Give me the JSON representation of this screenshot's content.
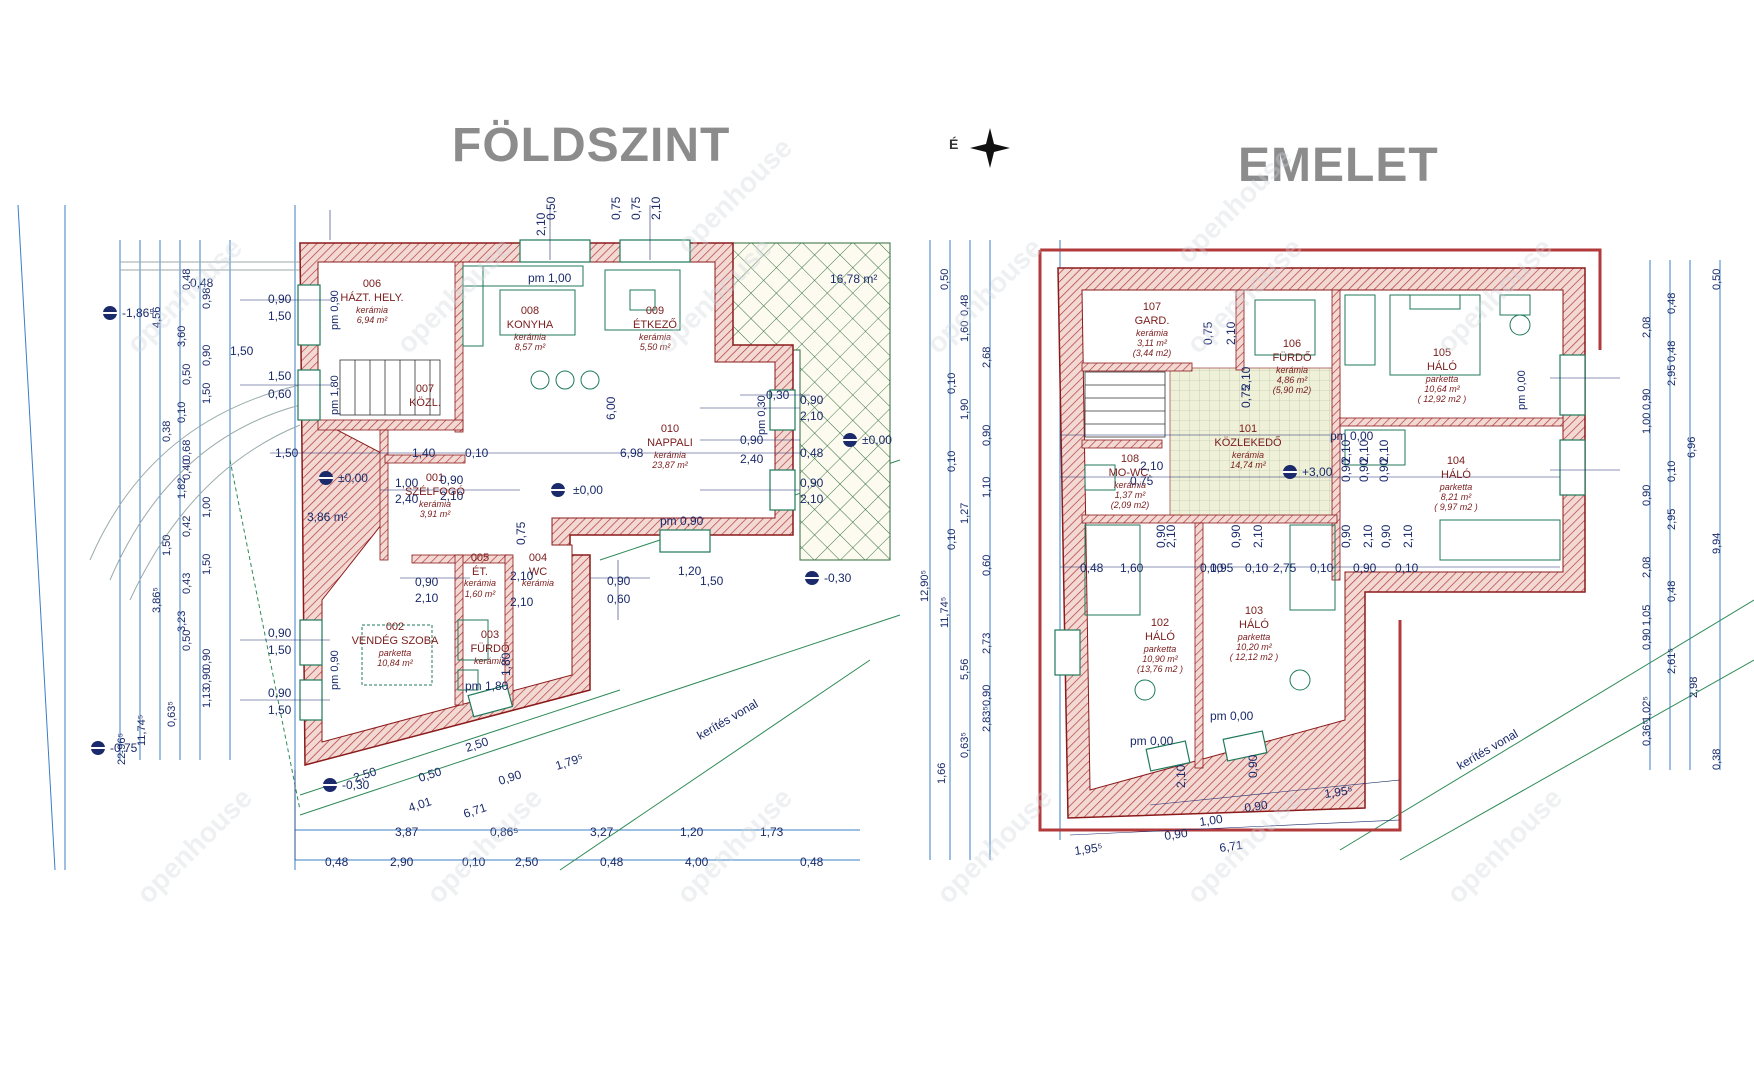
{
  "titles": {
    "ground": "FÖLDSZINT",
    "upper": "EMELET",
    "north": "É"
  },
  "watermark": "openhouse",
  "ground_rooms": [
    {
      "num": "006",
      "name": "HÁZT. HELY.",
      "mat": "kerámia",
      "area": "6,94 m²"
    },
    {
      "num": "008",
      "name": "KONYHA",
      "mat": "kerámia",
      "area": "8,57 m²"
    },
    {
      "num": "009",
      "name": "ÉTKEZŐ",
      "mat": "kerámia",
      "area": "5,50 m²"
    },
    {
      "num": "007",
      "name": "KÖZL.",
      "mat": "",
      "area": ""
    },
    {
      "num": "010",
      "name": "NAPPALI",
      "mat": "kerámia",
      "area": "23,87 m²"
    },
    {
      "num": "001",
      "name": "SZÉLFOGÓ",
      "mat": "kerámia",
      "area": "3,91 m²"
    },
    {
      "num": "005",
      "name": "ÉT.",
      "mat": "kerámia",
      "area": "1,60 m²"
    },
    {
      "num": "004",
      "name": "WC",
      "mat": "kerámia",
      "area": ""
    },
    {
      "num": "002",
      "name": "VENDÉG SZOBA",
      "mat": "parketta",
      "area": "10,84 m²"
    },
    {
      "num": "003",
      "name": "FÜRDŐ",
      "mat": "kerámia",
      "area": ""
    }
  ],
  "upper_rooms": [
    {
      "num": "107",
      "name": "GARD.",
      "mat": "kerámia",
      "area": "3,11 m²",
      "area2": "(3,44 m2)"
    },
    {
      "num": "106",
      "name": "FÜRDŐ",
      "mat": "kerámia",
      "area": "4,86 m²",
      "area2": "(5,90 m2)"
    },
    {
      "num": "105",
      "name": "HÁLÓ",
      "mat": "parketta",
      "area": "10,64 m²",
      "area2": "( 12,92 m2 )"
    },
    {
      "num": "101",
      "name": "KÖZLEKEDŐ",
      "mat": "kerámia",
      "area": "14,74 m²",
      "area2": ""
    },
    {
      "num": "108",
      "name": "MO-WC.",
      "mat": "kerámia",
      "area": "1,37 m²",
      "area2": "(2,09 m2)"
    },
    {
      "num": "104",
      "name": "HÁLÓ",
      "mat": "parketta",
      "area": "8,21 m²",
      "area2": "( 9,97 m2 )"
    },
    {
      "num": "102",
      "name": "HÁLÓ",
      "mat": "parketta",
      "area": "10,90 m²",
      "area2": "(13,76 m2 )"
    },
    {
      "num": "103",
      "name": "HÁLÓ",
      "mat": "parketta",
      "area": "10,20 m²",
      "area2": "( 12,12 m2 )"
    }
  ],
  "misc": {
    "terrace_area": "16,78 m²",
    "entry_area": "3,86 m²",
    "fence_ground": "kerítés vonal",
    "fence_upper": "kerítés vonal"
  },
  "levels": {
    "l1": "-1,86⁵",
    "l2": "±0,00",
    "l3": "±0,00",
    "l4": "±0,00",
    "l5": "-0,30",
    "l6": "-0,75",
    "l7": "-0,30",
    "l8": "+3,00"
  },
  "spot_labels": [
    "pm 1,00",
    "pm 0,90",
    "pm 0,90",
    "pm 1,80",
    "pm 0,30",
    "pm 0,90",
    "pm 1,80",
    "pm 0,00",
    "pm 0,00",
    "pm 0,00",
    "pm 0,00"
  ],
  "ground_bottom_dims": {
    "row1": [
      "3,87",
      "0,86⁵",
      "3,27",
      "1,20",
      "1,73"
    ],
    "row2": [
      "0,48",
      "2,90",
      "0,10",
      "2,50",
      "0,48",
      "4,00",
      "0,48"
    ],
    "diag": [
      "2,50",
      "0,90",
      "1,79⁵",
      "2,50",
      "0,50",
      "4,01",
      "6,71"
    ]
  },
  "ground_left_dims": [
    "0,48",
    "0,98",
    "4,56",
    "3,60",
    "0,90",
    "0,50",
    "1,50",
    "0,10",
    "0,38",
    "0,68",
    "0,40",
    "1,82",
    "1,00",
    "0,42",
    "1,50",
    "1,50",
    "0,43",
    "3,86⁵",
    "3,23",
    "0,50",
    "0,90",
    "0,90",
    "1,13",
    "0,63⁵",
    "11,74⁵",
    "22,96⁵"
  ],
  "ground_window_dims": [
    "0,90",
    "1,50",
    "1,50",
    "0,60",
    "0,90",
    "1,50",
    "0,90",
    "1,50",
    "1,40",
    "0,10",
    "1,00",
    "2,40",
    "0,90",
    "2,10",
    "0,90",
    "2,10",
    "0,75",
    "2,10",
    "6,00",
    "6,98",
    "0,90",
    "2,40",
    "0,48",
    "0,90",
    "2,10",
    "0,90",
    "2,10",
    "1,20",
    "1,50",
    "0,90",
    "0,60",
    "0,30",
    "1,50",
    "0,50",
    "0,75",
    "2,10",
    "0,75",
    "2,10",
    "1,80",
    "2,10",
    "1,50",
    "0,48"
  ],
  "upper_right_dims": [
    "0,50",
    "0,48",
    "2,08",
    "0,48",
    "2,95",
    "0,90",
    "1,00",
    "6,96",
    "0,10",
    "0,90",
    "2,95",
    "9,94",
    "2,08",
    "0,48",
    "1,05",
    "0,90",
    "2,61⁵",
    "2,98",
    "1,02⁵",
    "0,36⁵",
    "0,38"
  ],
  "upper_mid_dims": [
    "0,50",
    "0,48",
    "1,60",
    "2,68",
    "0,10",
    "1,90",
    "0,90",
    "0,10",
    "1,10",
    "1,27",
    "0,10",
    "0,60",
    "12,90⁵",
    "11,74⁵",
    "2,73",
    "5,56",
    "0,90",
    "2,83⁵",
    "0,63⁵",
    "1,66"
  ],
  "upper_inner_dims": [
    "0,75",
    "2,10",
    "0,75",
    "2,10",
    "0,90",
    "2,10",
    "0,90",
    "2,10",
    "0,90",
    "2,10",
    "0,75",
    "2,10",
    "0,90",
    "2,10",
    "0,90",
    "2,10",
    "0,90",
    "2,10",
    "0,90",
    "2,10",
    "0,48",
    "1,60",
    "0,10",
    "0,95",
    "0,10",
    "2,75",
    "0,10",
    "0,90",
    "0,10"
  ],
  "upper_bottom_dims": [
    "1,95⁵",
    "0,90",
    "1,00",
    "0,90",
    "1,95⁵",
    "6,71",
    "2,10",
    "0,90"
  ]
}
